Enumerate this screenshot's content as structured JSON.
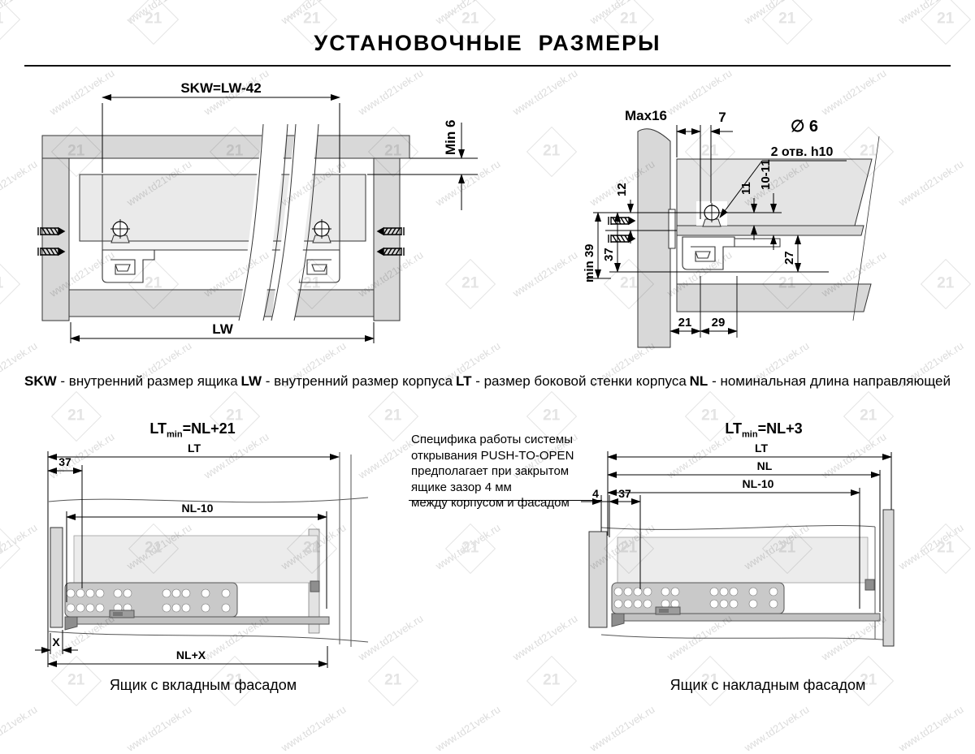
{
  "title": "УСТАНОВОЧНЫЕ  РАЗМЕРЫ",
  "watermark": {
    "url_text": "www.td21vek.ru",
    "logo_text": "21"
  },
  "legend": {
    "items": [
      {
        "key": "SKW",
        "desc": "- внутренний размер ящика"
      },
      {
        "key": "LW",
        "desc": "- внутренний размер корпуса"
      },
      {
        "key": "LT",
        "desc": "- размер боковой стенки корпуса"
      },
      {
        "key": "NL",
        "desc": "- номинальная длина направляющей"
      }
    ]
  },
  "top_left": {
    "dim_skw": "SKW=LW-42",
    "dim_min6": "Min 6",
    "dim_lw": "LW"
  },
  "top_right": {
    "dim_max16": "Max16",
    "dim_7": "7",
    "dim_d6": "∅ 6",
    "dim_holes": "2 отв. h10",
    "dim_12": "12",
    "dim_37": "37",
    "dim_min39": "min 39",
    "dim_11": "11",
    "dim_10_11": "10-11",
    "dim_27": "27",
    "dim_21": "21",
    "dim_29": "29"
  },
  "note": {
    "lines": [
      "Специфика работы системы",
      "открывания PUSH-TO-OPEN",
      "предполагает при закрытом",
      "ящике зазор 4 мм",
      "между корпусом и фасадом"
    ]
  },
  "bottom_left": {
    "formula_prefix": "LT",
    "formula_sub": "min",
    "formula_suffix": "=NL+21",
    "dim_lt": "LT",
    "dim_37": "37",
    "dim_nl10": "NL-10",
    "dim_x": "X",
    "dim_nlx": "NL+X",
    "caption": "Ящик с вкладным фасадом"
  },
  "bottom_right": {
    "formula_prefix": "LT",
    "formula_sub": "min",
    "formula_suffix": "=NL+3",
    "dim_lt": "LT",
    "dim_nl": "NL",
    "dim_nl10": "NL-10",
    "dim_4": "4",
    "dim_37": "37",
    "caption": "Ящик с накладным фасадом"
  }
}
